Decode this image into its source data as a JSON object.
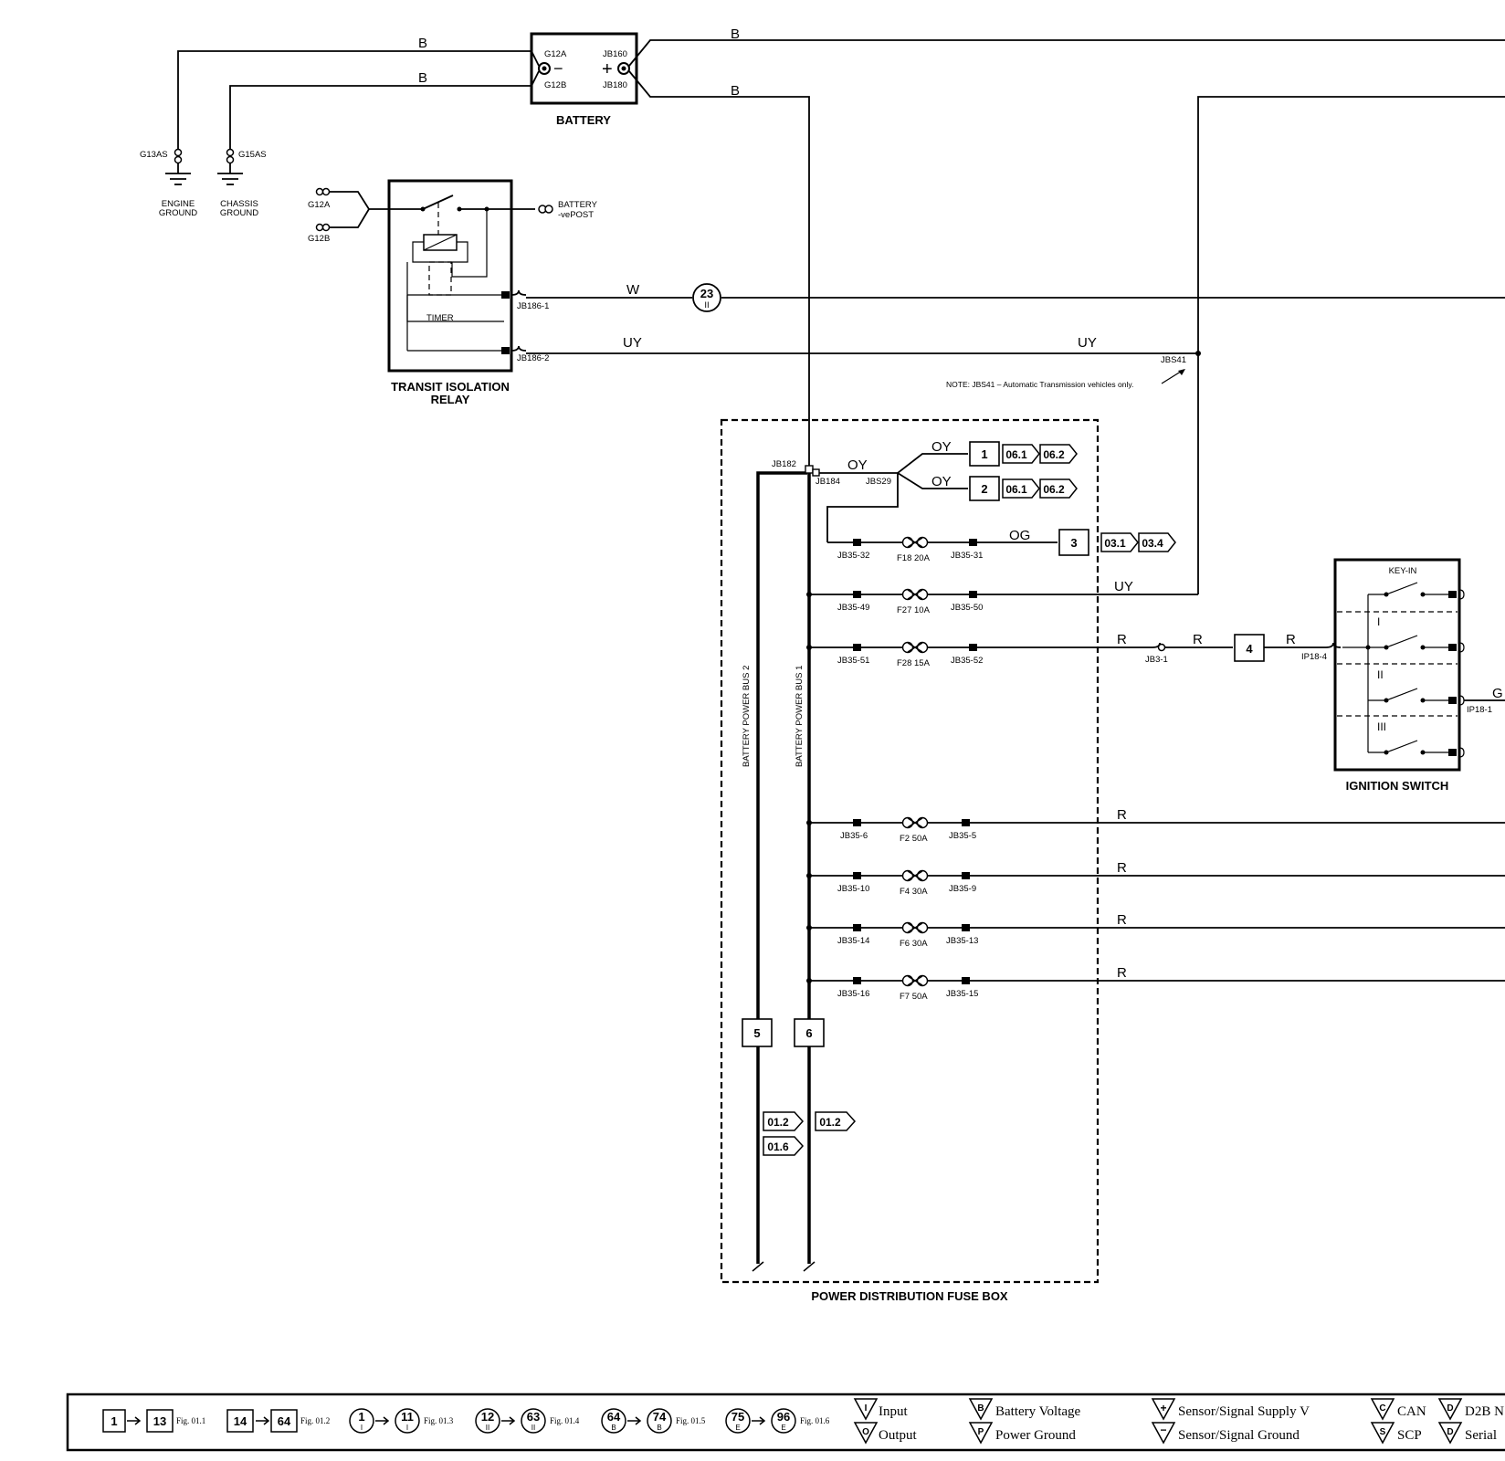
{
  "components": {
    "battery": {
      "label": "BATTERY",
      "g12a": "G12A",
      "g12b": "G12B",
      "jb160": "JB160",
      "jb180": "JB180",
      "neg": "−",
      "pos": "+"
    },
    "grounds": {
      "g13as": "G13AS",
      "g15as": "G15AS",
      "engine_line1": "ENGINE",
      "engine_line2": "GROUND",
      "chassis_line1": "CHASSIS",
      "chassis_line2": "GROUND"
    },
    "relay": {
      "label_line1": "TRANSIT ISOLATION",
      "label_line2": "RELAY",
      "timer": "TIMER",
      "g12a": "G12A",
      "g12b": "G12B",
      "post_line1": "BATTERY",
      "post_line2": "-vePOST",
      "jb186_1": "JB186-1",
      "jb186_2": "JB186-2"
    },
    "fusebox": {
      "label": "POWER DISTRIBUTION FUSE BOX",
      "bus1": "BATTERY POWER BUS 1",
      "bus2": "BATTERY POWER BUS 2",
      "jb182": "JB182",
      "jb184": "JB184",
      "jbs29": "JBS29"
    },
    "ignition": {
      "label": "IGNITION SWITCH",
      "keyin": "KEY-IN",
      "pos1": "I",
      "pos2": "II",
      "pos3": "III",
      "ip18_4": "IP18-4",
      "ip18_1": "IP18-1"
    },
    "note": "NOTE: JBS41 – Automatic Transmission vehicles only.",
    "jbs41": "JBS41",
    "jb3_1": "JB3-1",
    "circle23": {
      "num": "23",
      "sub": "II"
    }
  },
  "wires": {
    "b1": "B",
    "b2": "B",
    "b3": "B",
    "b4": "B",
    "w": "W",
    "uy1": "UY",
    "uy2": "UY",
    "oy1": "OY",
    "oy2": "OY",
    "oy3": "OY",
    "og": "OG",
    "uy3": "UY",
    "r1": "R",
    "r2": "R",
    "r3": "R",
    "g": "G",
    "r4": "R",
    "r5": "R",
    "r6": "R",
    "r7": "R"
  },
  "fuse_rows": [
    {
      "left": "JB35-32",
      "fuse": "F18 20A",
      "right": "JB35-31"
    },
    {
      "left": "JB35-49",
      "fuse": "F27 10A",
      "right": "JB35-50"
    },
    {
      "left": "JB35-51",
      "fuse": "F28 15A",
      "right": "JB35-52"
    },
    {
      "left": "JB35-6",
      "fuse": "F2 50A",
      "right": "JB35-5"
    },
    {
      "left": "JB35-10",
      "fuse": "F4 30A",
      "right": "JB35-9"
    },
    {
      "left": "JB35-14",
      "fuse": "F6 30A",
      "right": "JB35-13"
    },
    {
      "left": "JB35-16",
      "fuse": "F7 50A",
      "right": "JB35-15"
    }
  ],
  "refs": {
    "b1": "1",
    "b2": "2",
    "b3": "3",
    "b4": "4",
    "b5": "5",
    "b6": "6",
    "r06_1a": "06.1",
    "r06_2a": "06.2",
    "r06_1b": "06.1",
    "r06_2b": "06.2",
    "r03_1": "03.1",
    "r03_4": "03.4",
    "r01_2a": "01.2",
    "r01_6": "01.6",
    "r01_2b": "01.2"
  },
  "legend": {
    "g1": {
      "a": "1",
      "b": "13",
      "fig": "Fig. 01.1"
    },
    "g2": {
      "a": "14",
      "b": "64",
      "fig": "Fig. 01.2"
    },
    "g3": {
      "a": "1",
      "as": "I",
      "b": "11",
      "bs": "I",
      "fig": "Fig. 01.3"
    },
    "g4": {
      "a": "12",
      "as": "II",
      "b": "63",
      "bs": "II",
      "fig": "Fig. 01.4"
    },
    "g5": {
      "a": "64",
      "as": "B",
      "b": "74",
      "bs": "B",
      "fig": "Fig. 01.5"
    },
    "g6": {
      "a": "75",
      "as": "E",
      "b": "96",
      "bs": "E",
      "fig": "Fig. 01.6"
    },
    "input": "Input",
    "output": "Output",
    "battv": "Battery Voltage",
    "pg": "Power Ground",
    "ssv": "Sensor/Signal Supply V",
    "ssg": "Sensor/Signal Ground",
    "can": "CAN",
    "scp": "SCP",
    "d2b": "D2B N",
    "serial": "Serial",
    "sym_i": "I",
    "sym_o": "O",
    "sym_b": "B",
    "sym_p": "P",
    "sym_plus": "+",
    "sym_minus": "−",
    "sym_c": "C",
    "sym_s": "S",
    "sym_d": "D",
    "sym_d2": "D"
  }
}
